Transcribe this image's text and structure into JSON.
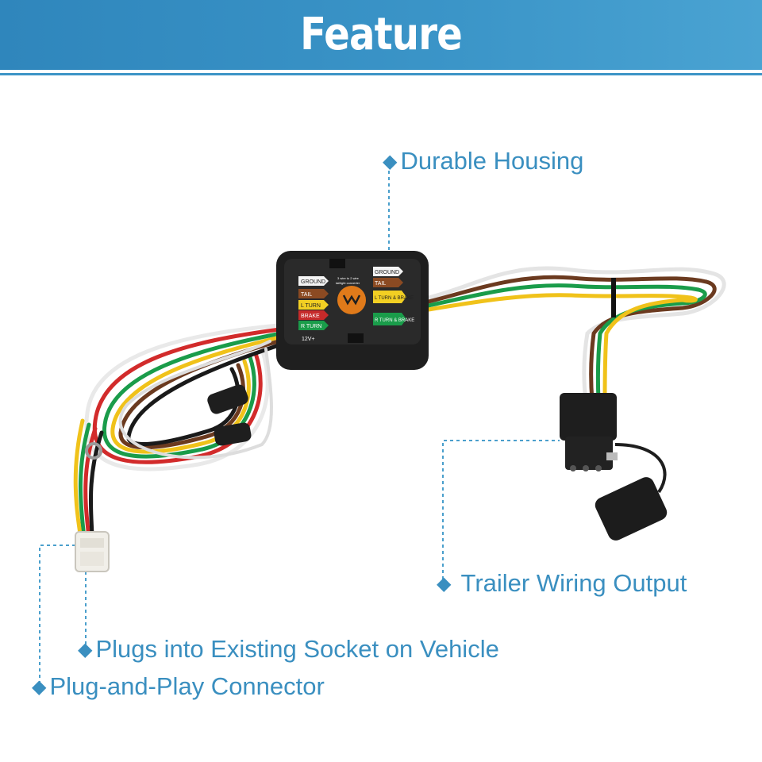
{
  "banner": {
    "title": "Feature"
  },
  "callouts": {
    "durable_housing": "Durable Housing",
    "trailer_wiring_output": "Trailer Wiring Output",
    "plugs_into_socket": "Plugs into Existing Socket on Vehicle",
    "plug_and_play": "Plug-and-Play Connector"
  },
  "converter_labels": {
    "ground_left": "GROUND",
    "tail_left": "TAIL",
    "l_turn": "L TURN",
    "brake": "BRAKE",
    "r_turn": "R TURN",
    "twelve_v": "12V+",
    "ground_right": "GROUND",
    "tail_right": "TAIL",
    "l_turn_brake": "L TURN & BRAKE",
    "r_turn_brake": "R TURN & BRAKE",
    "header_line1": "3 wire to 2 wire",
    "header_line2": "taillight converter"
  },
  "colors": {
    "accent": "#3a8fc0",
    "banner": "#3b95c8"
  }
}
